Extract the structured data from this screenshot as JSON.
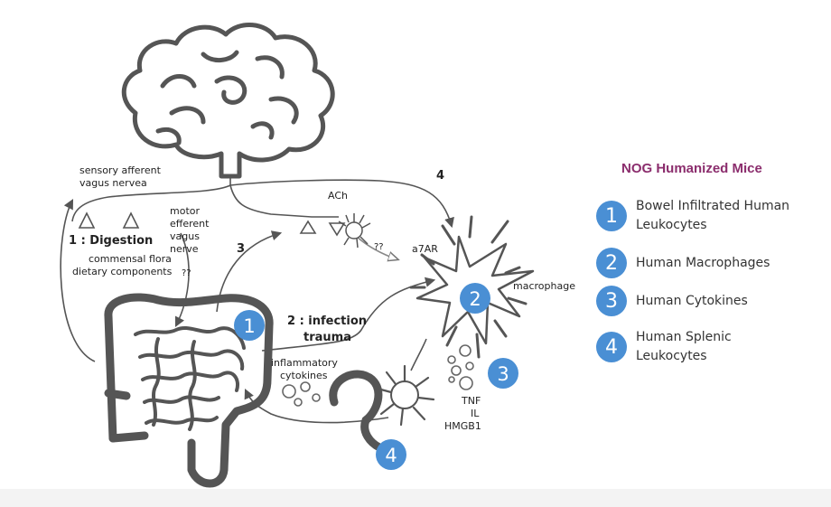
{
  "labels": {
    "sensory_line1": "sensory afferent",
    "sensory_line2": "vagus nervea",
    "digestion": "1 : Digestion",
    "commensal_line1": "commensal flora",
    "commensal_line2": "dietary components",
    "motor_line1": "motor",
    "motor_line2": "efferent",
    "motor_line3": "vagus",
    "motor_line4": "nerve",
    "qq_left": "??",
    "qq_right": "??",
    "ach": "ACh",
    "a7ar": "a7AR",
    "macrophage": "macrophage",
    "num3": "3",
    "num4": "4",
    "infection_line1": "2  : infection",
    "infection_line2": "trauma",
    "inflammatory_line1": "inflammatory",
    "inflammatory_line2": "cytokines",
    "tnf": "TNF",
    "il": "IL",
    "hmgb1": "HMGB1"
  },
  "badges": {
    "b1": "1",
    "b2": "2",
    "b3": "3",
    "b4": "4"
  },
  "legend": {
    "title": "NOG Humanized Mice",
    "items": [
      {
        "num": "1",
        "line1": "Bowel Infiltrated Human",
        "line2": "Leukocytes"
      },
      {
        "num": "2",
        "line1": "Human Macrophages",
        "line2": ""
      },
      {
        "num": "3",
        "line1": "Human Cytokines",
        "line2": ""
      },
      {
        "num": "4",
        "line1": "Human Splenic",
        "line2": "Leukocytes"
      }
    ]
  },
  "colors": {
    "badge": "#4a8fd4",
    "legend_title": "#8b2d6d",
    "line": "#555555"
  }
}
